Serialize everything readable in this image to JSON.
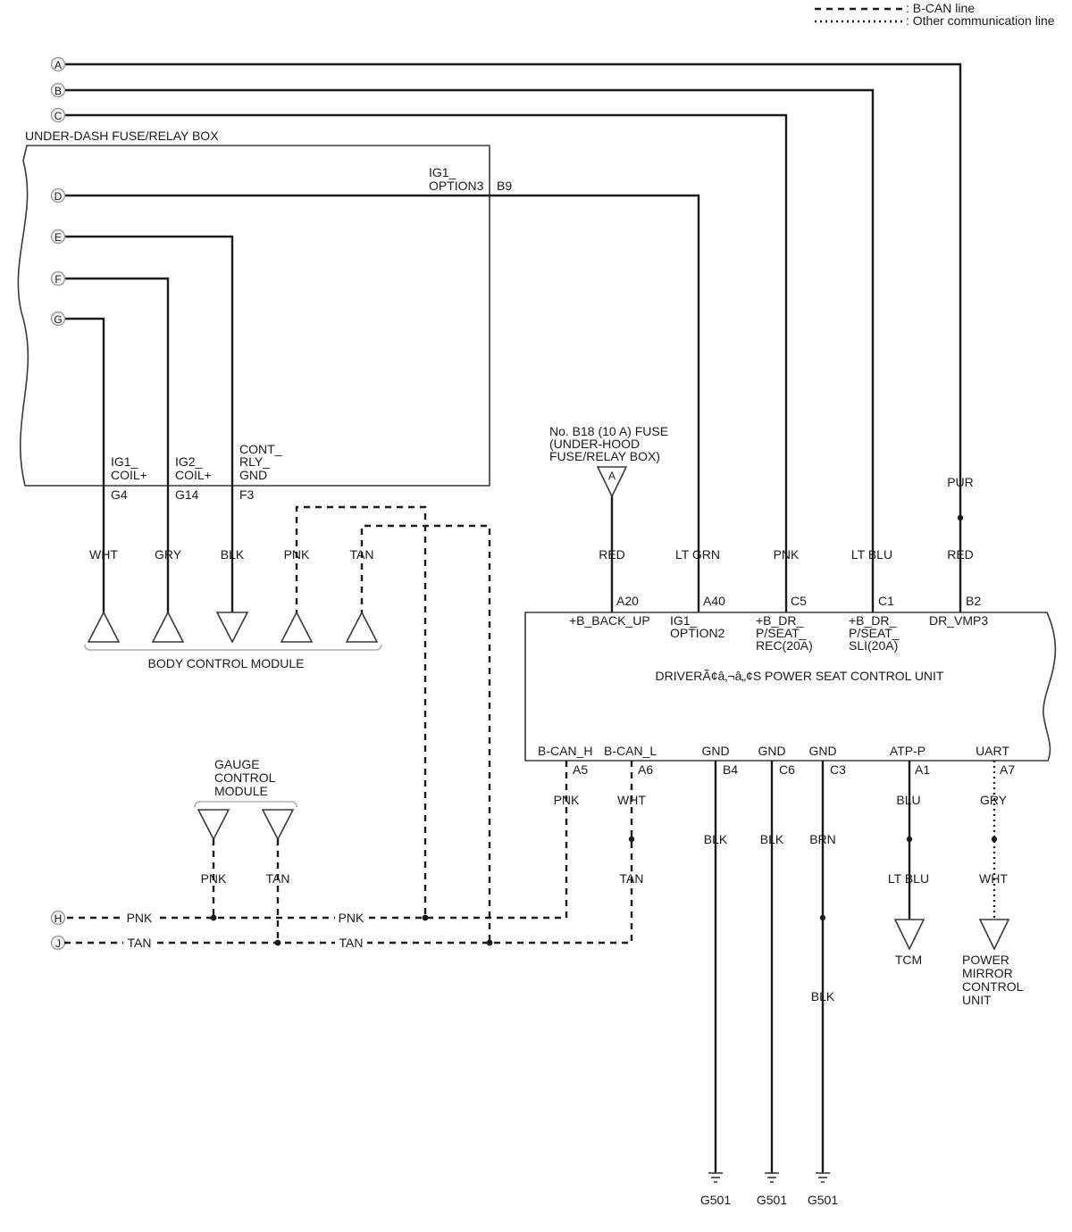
{
  "legend": {
    "bcan_line": ": B-CAN line",
    "other_line": ": Other communication line"
  },
  "connectors": [
    "A",
    "B",
    "C",
    "D",
    "E",
    "F",
    "G",
    "H",
    "J"
  ],
  "under_dash_box": {
    "title": "UNDER-DASH FUSE/RELAY BOX",
    "option3_label_1": "IG1_",
    "option3_label_2": "OPTION3",
    "option3_pin": "B9",
    "pins": [
      {
        "label_1": "IG1_",
        "label_2": "COIL+",
        "pin": "G4"
      },
      {
        "label_1": "IG2_",
        "label_2": "COIL+",
        "pin": "G14"
      },
      {
        "label_1": "CONT_",
        "label_2": "RLY_",
        "label_3": "GND",
        "pin": "F3"
      }
    ]
  },
  "body_control_module": {
    "title": "BODY CONTROL MODULE",
    "wires": [
      "WHT",
      "GRY",
      "BLK",
      "PNK",
      "TAN"
    ]
  },
  "fuse": {
    "line_1": "No. B18 (10 A) FUSE",
    "line_2": "(UNDER-HOOD",
    "line_3": "FUSE/RELAY BOX)",
    "connector": "A"
  },
  "top_wires": {
    "red": "RED",
    "lt_grn": "LT GRN",
    "pnk": "PNK",
    "lt_blu": "LT BLU",
    "pur": "PUR",
    "red2": "RED"
  },
  "power_seat_unit": {
    "title": "DRIVERÃ¢â‚¬â„¢S POWER SEAT CONTROL UNIT",
    "top_pins": [
      {
        "pin": "A20",
        "label_1": "+B_BACK_UP"
      },
      {
        "pin": "A40",
        "label_1": "IG1_",
        "label_2": "OPTION2"
      },
      {
        "pin": "C5",
        "label_1": "+B_DR_",
        "label_2": "P/SEAT_",
        "label_3": "REC(20A)"
      },
      {
        "pin": "C1",
        "label_1": "+B_DR_",
        "label_2": "P/SEAT_",
        "label_3": "SLI(20A)"
      },
      {
        "pin": "B2",
        "label_1": "DR_VMP3"
      }
    ],
    "bottom_pins": [
      {
        "pin": "A5",
        "label": "B-CAN_H"
      },
      {
        "pin": "A6",
        "label": "B-CAN_L"
      },
      {
        "pin": "B4",
        "label": "GND"
      },
      {
        "pin": "C6",
        "label": "GND"
      },
      {
        "pin": "C3",
        "label": "GND"
      },
      {
        "pin": "A1",
        "label": "ATP-P"
      },
      {
        "pin": "A7",
        "label": "UART"
      }
    ]
  },
  "bottom_wires": {
    "a5": "PNK",
    "a6_upper": "WHT",
    "a6_lower": "TAN",
    "b4": "BLK",
    "c6": "BLK",
    "c3_upper": "BRN",
    "c3_lower": "BLK",
    "a1_upper": "BLU",
    "a1_lower": "LT BLU",
    "a7_upper": "GRY",
    "a7_lower": "WHT"
  },
  "gauge_module": {
    "line_1": "GAUGE",
    "line_2": "CONTROL",
    "line_3": "MODULE",
    "wires": [
      "PNK",
      "TAN"
    ]
  },
  "bus_lines": {
    "h_left": "PNK",
    "h_mid": "PNK",
    "j_left": "TAN",
    "j_mid": "TAN"
  },
  "tcm": "TCM",
  "power_mirror": {
    "line_1": "POWER",
    "line_2": "MIRROR",
    "line_3": "CONTROL",
    "line_4": "UNIT"
  },
  "grounds": [
    "G501",
    "G501",
    "G501"
  ]
}
